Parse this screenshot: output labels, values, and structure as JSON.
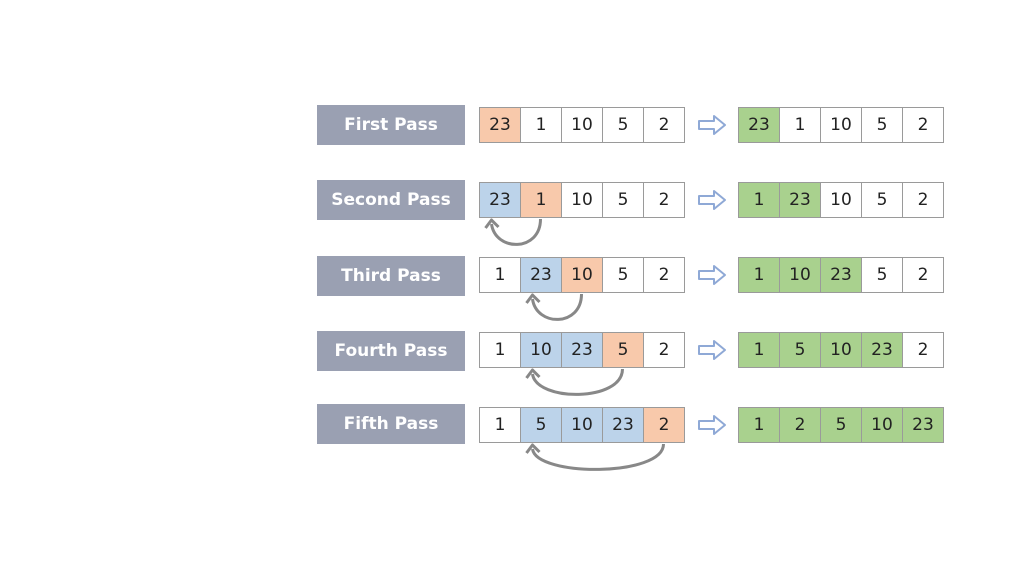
{
  "colors": {
    "label_bg": "#9aa0b2",
    "key": "#f8c9ab",
    "compared": "#bcd3ea",
    "sorted": "#a9d18e",
    "arrow": "#8fa9d6",
    "swap_arrow": "#888888"
  },
  "passes": [
    {
      "label": "First Pass",
      "before": [
        23,
        1,
        10,
        5,
        2
      ],
      "before_colors": [
        "orange",
        "white",
        "white",
        "white",
        "white"
      ],
      "after": [
        23,
        1,
        10,
        5,
        2
      ],
      "after_colors": [
        "green",
        "white",
        "white",
        "white",
        "white"
      ],
      "arc": null
    },
    {
      "label": "Second Pass",
      "before": [
        23,
        1,
        10,
        5,
        2
      ],
      "before_colors": [
        "blue",
        "orange",
        "white",
        "white",
        "white"
      ],
      "after": [
        1,
        23,
        10,
        5,
        2
      ],
      "after_colors": [
        "green",
        "green",
        "white",
        "white",
        "white"
      ],
      "arc": [
        1,
        0
      ]
    },
    {
      "label": "Third Pass",
      "before": [
        1,
        23,
        10,
        5,
        2
      ],
      "before_colors": [
        "white",
        "blue",
        "orange",
        "white",
        "white"
      ],
      "after": [
        1,
        10,
        23,
        5,
        2
      ],
      "after_colors": [
        "green",
        "green",
        "green",
        "white",
        "white"
      ],
      "arc": [
        2,
        1
      ]
    },
    {
      "label": "Fourth Pass",
      "before": [
        1,
        10,
        23,
        5,
        2
      ],
      "before_colors": [
        "white",
        "blue",
        "blue",
        "orange",
        "white"
      ],
      "after": [
        1,
        5,
        10,
        23,
        2
      ],
      "after_colors": [
        "green",
        "green",
        "green",
        "green",
        "white"
      ],
      "arc": [
        3,
        1
      ]
    },
    {
      "label": "Fifth Pass",
      "before": [
        1,
        5,
        10,
        23,
        2
      ],
      "before_colors": [
        "white",
        "blue",
        "blue",
        "blue",
        "orange"
      ],
      "after": [
        1,
        2,
        5,
        10,
        23
      ],
      "after_colors": [
        "green",
        "green",
        "green",
        "green",
        "green"
      ],
      "arc": [
        4,
        1
      ]
    }
  ]
}
